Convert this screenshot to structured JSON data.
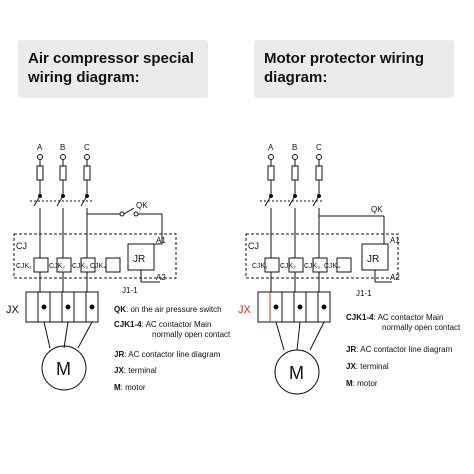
{
  "left": {
    "title_line1": "Air compressor special",
    "title_line2": "wiring diagram:",
    "phases": [
      "A",
      "B",
      "C"
    ],
    "qk": "QK",
    "cj": "CJ",
    "a1": "A1",
    "a2": "A2",
    "jr": "JR",
    "j1": "J1-1",
    "jx": "JX",
    "motor": "M",
    "contacts": [
      "CJK₁",
      "CJK₂",
      "CJK₃",
      "CJK₄"
    ],
    "legend": [
      {
        "key": "QK",
        "text": ": on the air pressure switch"
      },
      {
        "key": "CJK1-4",
        "text": ": AC contactor Main",
        "text2": "normally open contact"
      },
      {
        "key": "JR",
        "text": ": AC contactor line diagram"
      },
      {
        "key": "JX",
        "text": ": terminal"
      },
      {
        "key": "M",
        "text": ": motor"
      }
    ]
  },
  "right": {
    "title_line1": "Motor protector wiring",
    "title_line2": "diagram:",
    "phases": [
      "A",
      "B",
      "C"
    ],
    "qk": "QK",
    "cj": "CJ",
    "a1": "A1",
    "a2": "A2",
    "jr": "JR",
    "j1": "J1-1",
    "jx": "JX",
    "motor": "M",
    "contacts": [
      "CJK₁",
      "CJK₂",
      "CJK₃",
      "CJK₄"
    ],
    "legend": [
      {
        "key": "CJK1-4",
        "text": ": AC contactor Main",
        "text2": "normally open contact"
      },
      {
        "key": "JR",
        "text": ": AC contactor line diagram"
      },
      {
        "key": "JX",
        "text": ": terminal"
      },
      {
        "key": "M",
        "text": ": motor"
      }
    ]
  },
  "colors": {
    "accent_jx": "#c0392b",
    "title_bg": "#ebebeb"
  }
}
